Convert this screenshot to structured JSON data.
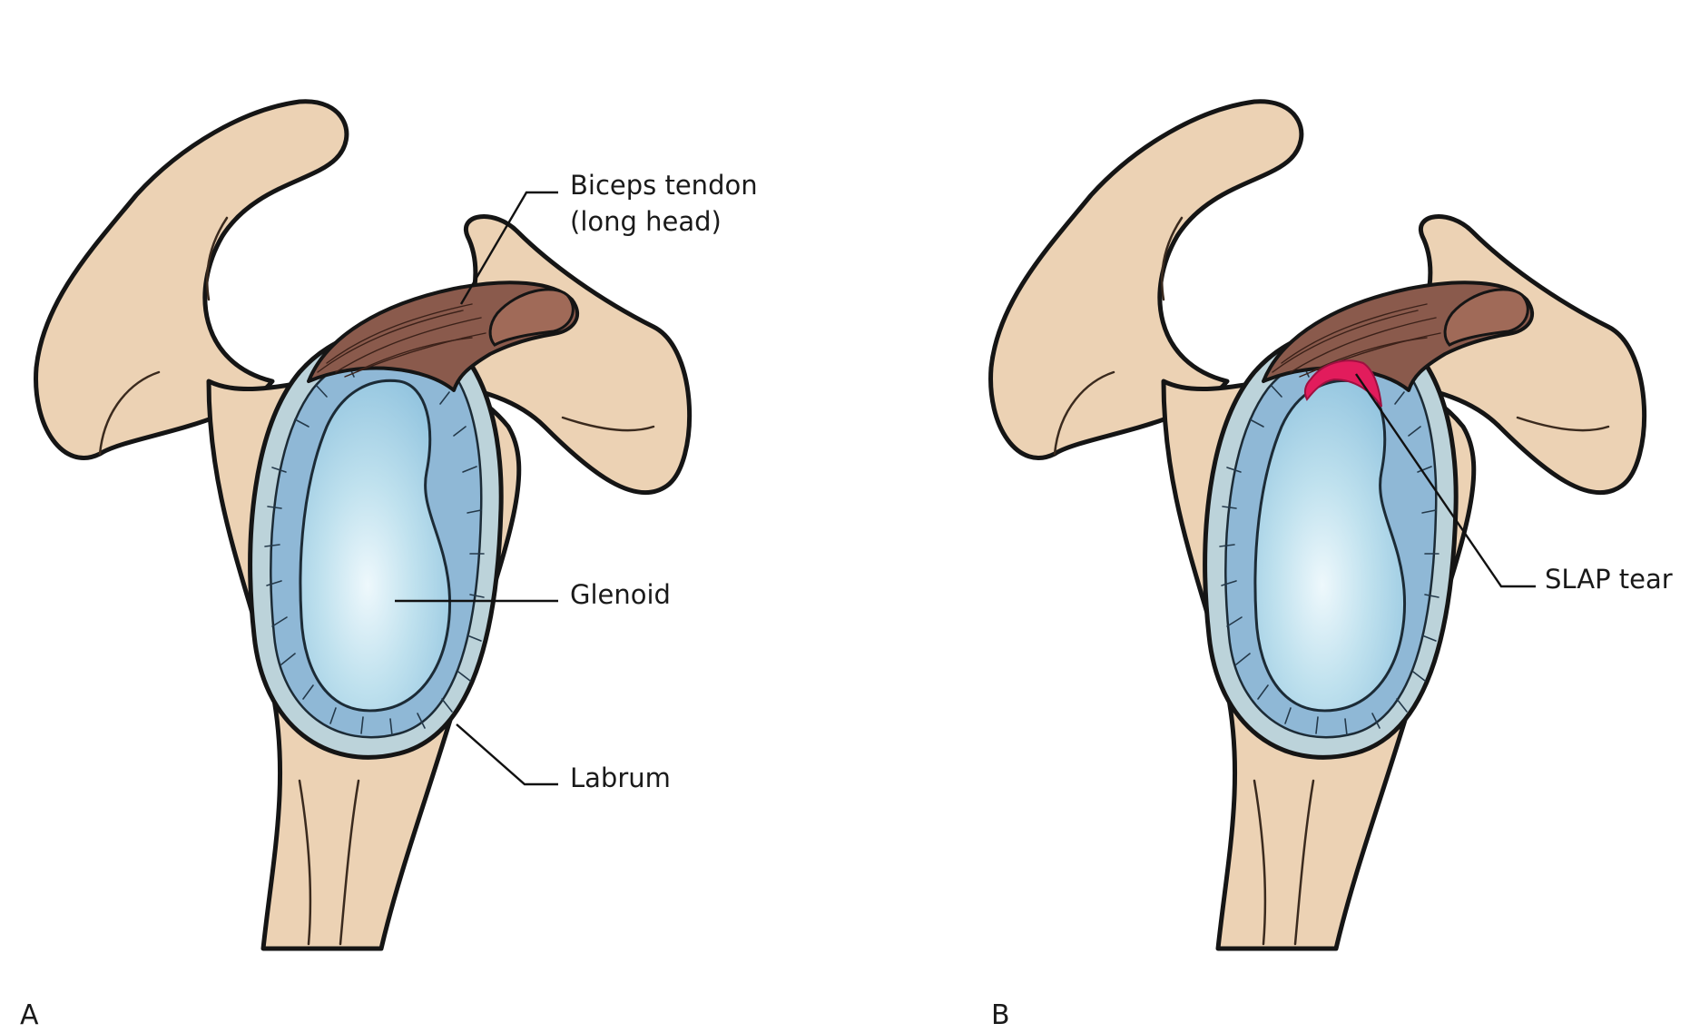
{
  "panels": [
    {
      "letter": "A",
      "labels": {
        "biceps_line1": "Biceps tendon",
        "biceps_line2": "(long head)",
        "glenoid": "Glenoid",
        "labrum": "Labrum"
      }
    },
    {
      "letter": "B",
      "labels": {
        "slap_tear": "SLAP tear"
      }
    }
  ],
  "colors": {
    "bone": "#ecd2b4",
    "glenoid": "#bfe1ee",
    "labrum": "#8fb8d6",
    "tendon": "#8a5a4c",
    "tear": "#e21c5c"
  }
}
